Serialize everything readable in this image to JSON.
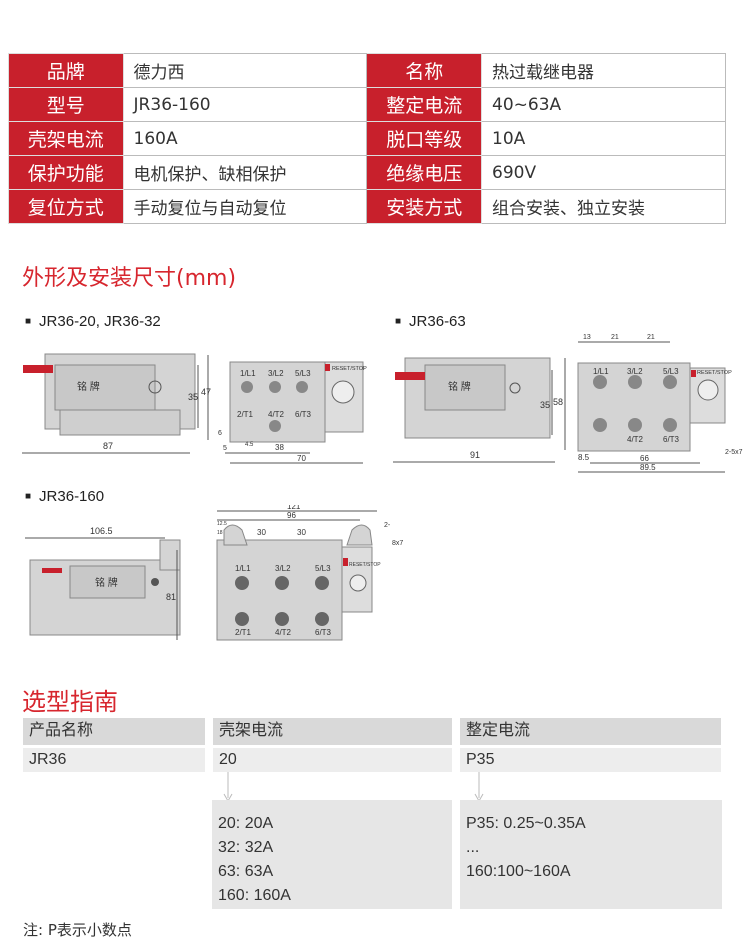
{
  "specs": [
    {
      "k1": "品牌",
      "v1": "德力西",
      "k2": "名称",
      "v2": "热过载继电器"
    },
    {
      "k1": "型号",
      "v1": "JR36-160",
      "k2": "整定电流",
      "v2": "40~63A"
    },
    {
      "k1": "壳架电流",
      "v1": "160A",
      "k2": "脱口等级",
      "v2": "10A"
    },
    {
      "k1": "保护功能",
      "v1": "电机保护、缺相保护",
      "k2": "绝缘电压",
      "v2": "690V"
    },
    {
      "k1": "复位方式",
      "v1": "手动复位与自动复位",
      "k2": "安装方式",
      "v2": "组合安装、独立安装"
    }
  ],
  "dimensions": {
    "title": "外形及安装尺寸(mm)",
    "nameplate": "铭 牌",
    "reset": "RESET/STOP",
    "terminals": [
      "1/L1",
      "3/L2",
      "5/L3",
      "2/T1",
      "4/T2",
      "6/T3"
    ],
    "jr36_20": {
      "label": "JR36-20, JR36-32",
      "dims": [
        "87",
        "35",
        "47",
        "6",
        "5",
        "38",
        "70",
        "4.5"
      ]
    },
    "jr36_63": {
      "label": "JR36-63",
      "dims": [
        "91",
        "35",
        "58",
        "13",
        "21",
        "21",
        "8.5",
        "66",
        "89.5",
        "2-5x7"
      ]
    },
    "jr36_160": {
      "label": "JR36-160",
      "dims": [
        "106.5",
        "81",
        "121",
        "96",
        "30",
        "30",
        "12.5",
        "18",
        "2-",
        "8x7"
      ]
    }
  },
  "selection": {
    "title": "选型指南",
    "headers": [
      "产品名称",
      "壳架电流",
      "整定电流"
    ],
    "example": [
      "JR36",
      "20",
      "P35"
    ],
    "frame_options": [
      "20: 20A",
      "32: 32A",
      "63: 63A",
      "160: 160A"
    ],
    "setting_options": [
      "P35: 0.25~0.35A",
      "...",
      "160:100~160A"
    ],
    "note": "注: P表示小数点"
  }
}
